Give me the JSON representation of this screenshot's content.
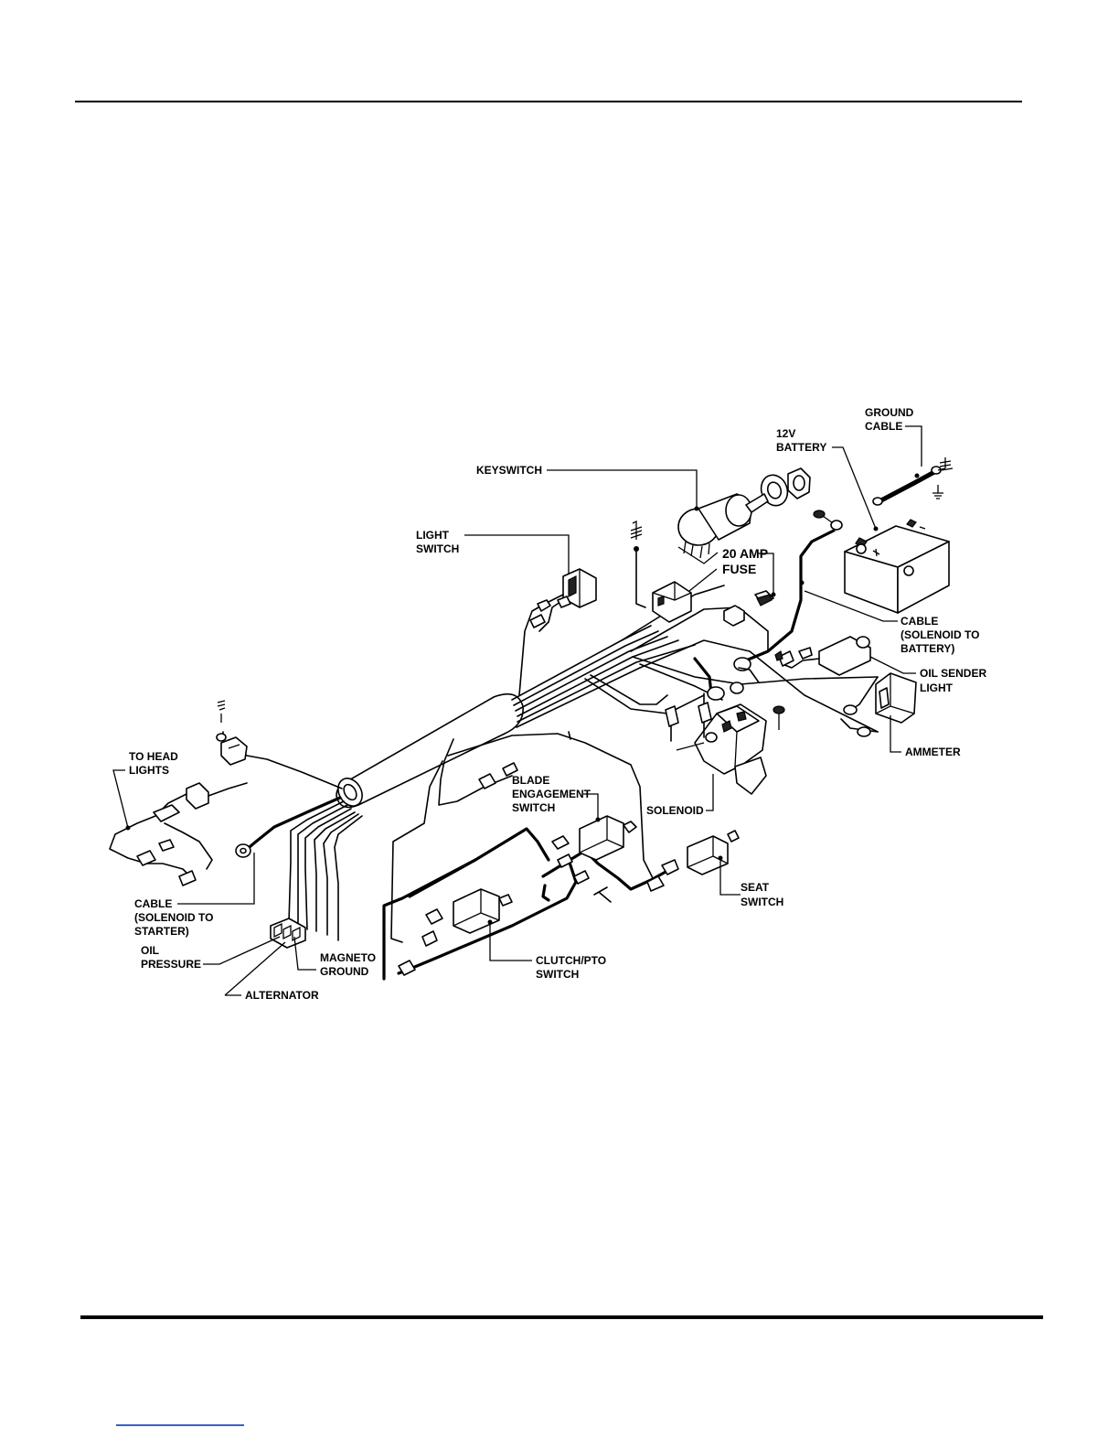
{
  "labels": {
    "ground_cable": [
      "GROUND",
      "CABLE"
    ],
    "battery": [
      "12V",
      "BATTERY"
    ],
    "keyswitch": "KEYSWITCH",
    "light_switch": [
      "LIGHT",
      "SWITCH"
    ],
    "fuse": [
      "20 AMP",
      "FUSE"
    ],
    "cable_battery": [
      "CABLE",
      "(SOLENOID TO",
      "BATTERY)"
    ],
    "oil_sender": [
      "OIL SENDER",
      "LIGHT"
    ],
    "ammeter": "AMMETER",
    "head_lights": [
      "TO HEAD",
      "LIGHTS"
    ],
    "blade_switch": [
      "BLADE",
      "ENGAGEMENT",
      "SWITCH"
    ],
    "solenoid": "SOLENOID",
    "seat_switch": [
      "SEAT",
      "SWITCH"
    ],
    "cable_starter": [
      "CABLE",
      "(SOLENOID TO",
      "STARTER)"
    ],
    "oil_pressure": [
      "OIL",
      "PRESSURE"
    ],
    "magneto_ground": [
      "MAGNETO",
      "GROUND"
    ],
    "clutch_switch": [
      "CLUTCH/PTO",
      "SWITCH"
    ],
    "alternator": "ALTERNATOR"
  }
}
